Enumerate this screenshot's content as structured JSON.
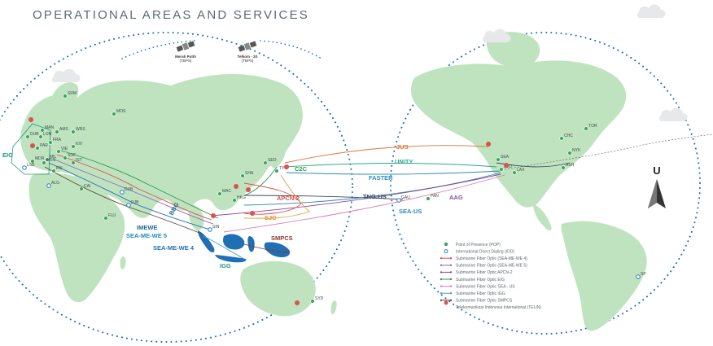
{
  "title": "OPERATIONAL AREAS AND SERVICES",
  "colors": {
    "land": "#bfe3bf",
    "ocean_dots": "#1f6fb5",
    "pop": "#3aa35a",
    "idd": "#2c7bbd",
    "pin": "#d9534f",
    "indonesia": "#1f6fb5"
  },
  "satellites": [
    {
      "name": "Merah Putih",
      "sub": "(TBPS)"
    },
    {
      "name": "Telkom - 3S",
      "sub": "(TBPS)"
    }
  ],
  "pop_labels": [
    "SRM",
    "MOS",
    "MAN",
    "AMS",
    "WRS",
    "DUB",
    "LON",
    "FRA",
    "KIV",
    "PAR",
    "VIE",
    "SOF",
    "MDR",
    "MIL",
    "IST",
    "LSB",
    "MRS",
    "PAL",
    "ALG",
    "CAI",
    "DXB",
    "DJB",
    "FUJ",
    "MAC",
    "SEO",
    "TYO",
    "SHA",
    "HKG",
    "SIN",
    "SYD",
    "TOR",
    "CHC",
    "NYK",
    "ASH",
    "SEA",
    "SJO",
    "LAX",
    "PAN",
    "GAU",
    "SP"
  ],
  "cables": [
    {
      "name": "EIG",
      "color": "#1a9a7a"
    },
    {
      "name": "BBG",
      "color": "#1e6a8a"
    },
    {
      "name": "IMEWE",
      "color": "#1e6a8a"
    },
    {
      "name": "SEA-ME-WE 5",
      "color": "#1f8fb5"
    },
    {
      "name": "SEA-ME-WE 4",
      "color": "#1f6fb5"
    },
    {
      "name": "IGG",
      "color": "#1a9a7a"
    },
    {
      "name": "APCN-2",
      "color": "#d9534f"
    },
    {
      "name": "SJC",
      "color": "#e08a3a"
    },
    {
      "name": "SMPCS",
      "color": "#8a3a2a"
    },
    {
      "name": "C2C",
      "color": "#2a9a4a"
    },
    {
      "name": "JUS",
      "color": "#e0743a"
    },
    {
      "name": "UNITY",
      "color": "#2aaa8a"
    },
    {
      "name": "FASTER",
      "color": "#2a8aba"
    },
    {
      "name": "TNG-US",
      "color": "#3a4a5a"
    },
    {
      "name": "SEA-US",
      "color": "#2a8aba"
    },
    {
      "name": "AAG",
      "color": "#8a4a9a"
    }
  ],
  "legend": [
    {
      "label": "Point of Presence (POP)",
      "kind": "dot",
      "color": "#3aa35a"
    },
    {
      "label": "International Direct Dialing (IDD)",
      "kind": "ring",
      "color": "#2c7bbd"
    },
    {
      "label": "Submarine Fiber Optic (SEA-ME-WE 4)",
      "kind": "line",
      "color": "#d9534f"
    },
    {
      "label": "Submarine Fiber Optic (SEA-ME-WE 5)",
      "kind": "line",
      "color": "#8a6ab8"
    },
    {
      "label": "Submarine Fiber Optic APCN-2",
      "kind": "line",
      "color": "#8a4a9a"
    },
    {
      "label": "Submarine Fiber Optic EIG",
      "kind": "line",
      "color": "#2a9a4a"
    },
    {
      "label": "Submarine Fiber Optic SEA - US",
      "kind": "line",
      "color": "#e07ab0"
    },
    {
      "label": "Submarine Fiber Optic IGG",
      "kind": "line",
      "color": "#4aa0d0"
    },
    {
      "label": "Submarine Fiber Optic SMPCS",
      "kind": "line",
      "color": "#5a4a3a"
    },
    {
      "label": "Telekomunikasi Indonesia International (TELIN)",
      "kind": "pin",
      "color": "#d9534f"
    }
  ],
  "compass_letter": "U"
}
